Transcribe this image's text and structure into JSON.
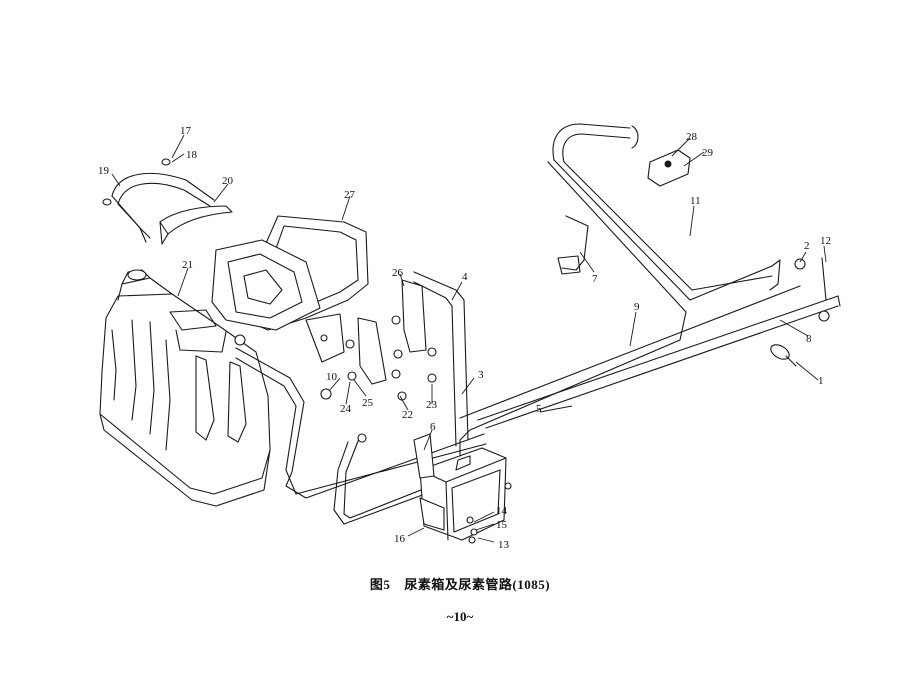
{
  "caption": {
    "figure": "图5",
    "title": "尿素箱及尿素管路(1085)"
  },
  "page_number": "~10~",
  "callouts": [
    "1",
    "2",
    "3",
    "4",
    "5",
    "6",
    "7",
    "8",
    "9",
    "10",
    "11",
    "12",
    "13",
    "14",
    "15",
    "16",
    "17",
    "18",
    "19",
    "20",
    "21",
    "22",
    "23",
    "24",
    "25",
    "26",
    "27",
    "28",
    "29"
  ]
}
